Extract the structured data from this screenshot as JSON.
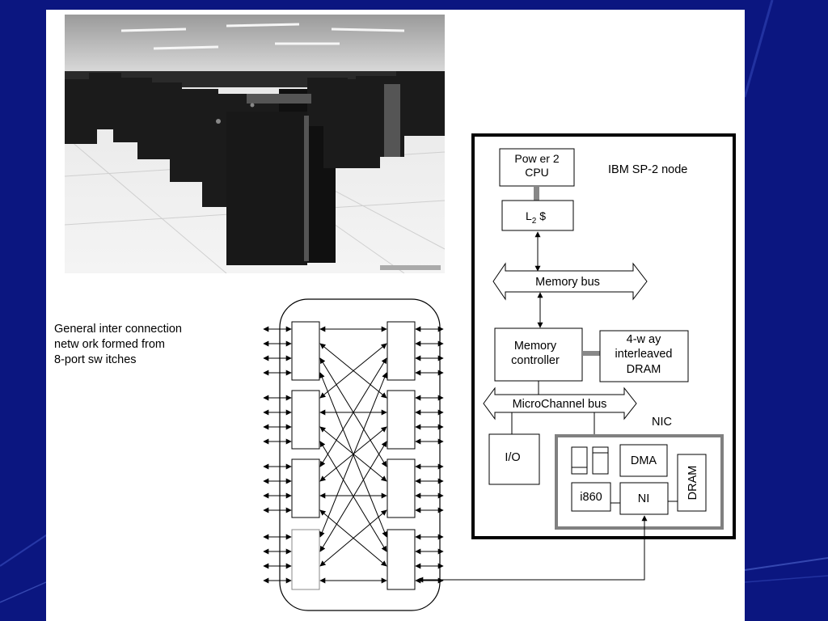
{
  "caption": {
    "lines": [
      "General inter connection",
      "netw ork formed from",
      "8-port sw itches"
    ]
  },
  "node": {
    "title": "IBM SP-2 node",
    "cpu": [
      "Pow er 2",
      "CPU"
    ],
    "l2_main": "L",
    "l2_sub": "2",
    "l2_tail": " $",
    "memory_bus": "Memory bus",
    "memory_controller": [
      "Memory",
      "controller"
    ],
    "dram": [
      "4-w ay",
      "interleaved",
      "DRAM"
    ],
    "microchannel_bus": "MicroChannel bus",
    "io": "I/O",
    "nic_label": "NIC",
    "dma": "DMA",
    "i860": "i860",
    "ni": "NI",
    "nic_dram": "DRAM"
  },
  "colors": {
    "slide_background": "#0b1680",
    "frame": "#000000",
    "nic_frame": "#808080"
  }
}
